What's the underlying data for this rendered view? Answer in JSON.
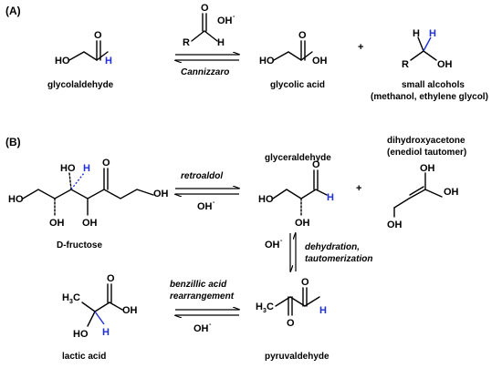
{
  "panels": {
    "a": "(A)",
    "b": "(B)"
  },
  "compounds": {
    "glycolaldehyde": "glycolaldehyde",
    "glycolic_acid": "glycolic acid",
    "small_alcohols": "small alcohols",
    "small_alcohols_examples": "(methanol, ethylene glycol)",
    "fructose": "D-fructose",
    "glyceraldehyde": "glyceraldehyde",
    "dihydroxyacetone": "dihydroxyacetone",
    "enediol": "(enediol tautomer)",
    "pyruvaldehyde": "pyruvaldehyde",
    "lactic_acid": "lactic acid"
  },
  "conditions": {
    "cannizzaro": "Cannizzaro",
    "retroaldol": "retroaldol",
    "dehydration": "dehydration,",
    "tautomerization": "tautomerization",
    "benzillic1": "benzillic acid",
    "benzillic2": "rearrangement"
  },
  "atoms": {
    "oh": "OH",
    "ho": "HO",
    "o": "O",
    "h": "H",
    "r": "R",
    "c": "C",
    "three": "3",
    "minus": "-"
  },
  "plus": "+",
  "colors": {
    "highlight_h": "#1f2fd6"
  }
}
